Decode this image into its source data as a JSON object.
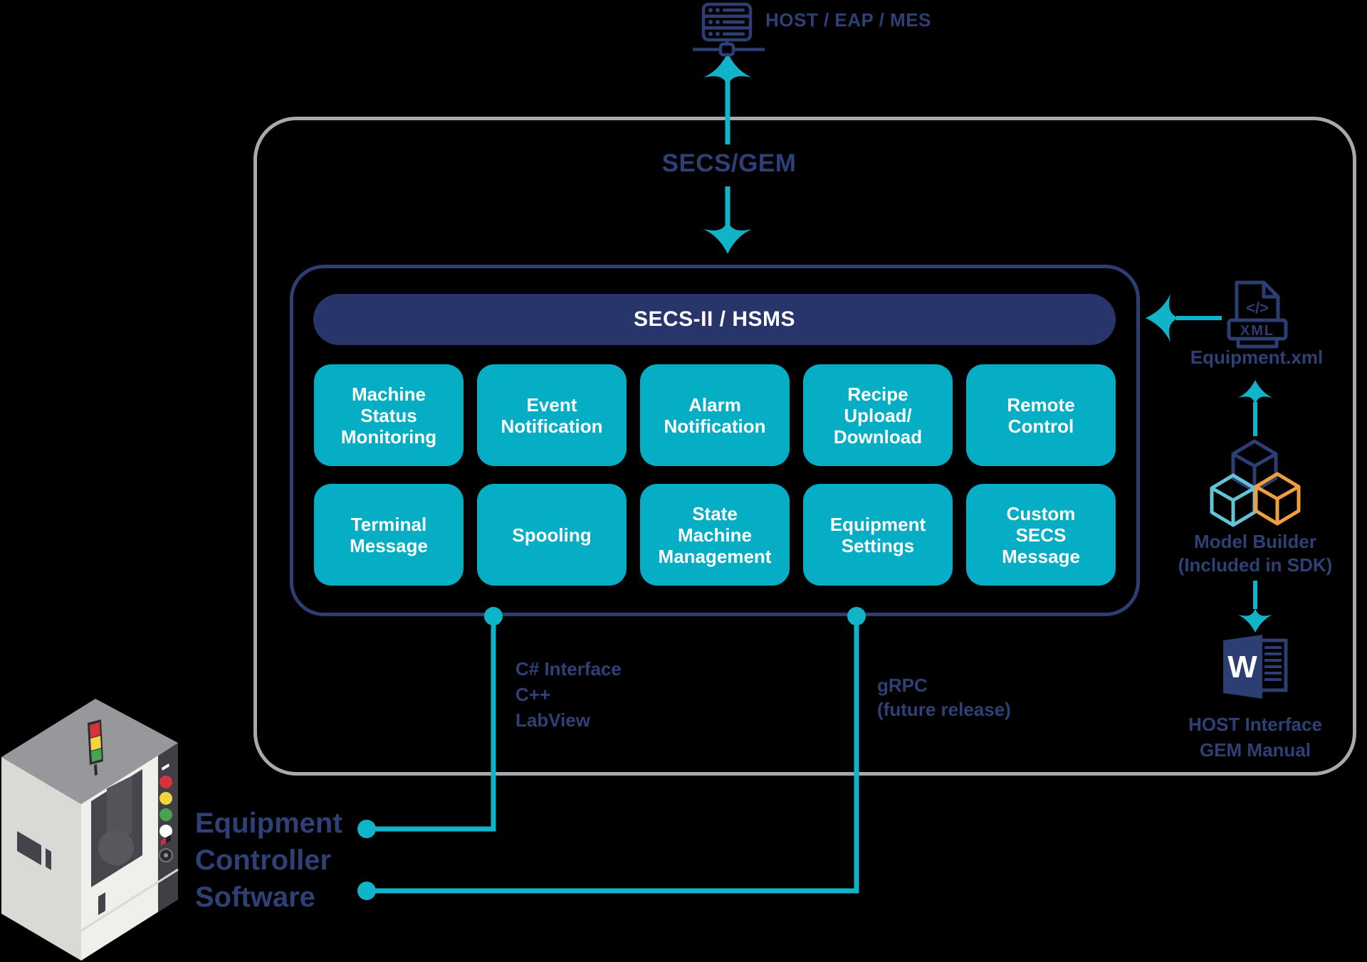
{
  "title": "SECS/GEM architecture diagram",
  "colors": {
    "background": "#000000",
    "navy_text": "#2e4076",
    "navy_fill": "#27356a",
    "teal_box": "#05adc5",
    "teal_line": "#10b4c8",
    "gray_border": "#a7a9ac",
    "cube_light_blue": "#62c3d5",
    "cube_orange": "#f09f3e",
    "signal_red": "#d5323e",
    "signal_yellow": "#f2d43e",
    "signal_green": "#47a351"
  },
  "host": {
    "label": "HOST / EAP / MES",
    "icon": "server-icon"
  },
  "secs_gem": {
    "label": "SECS/GEM"
  },
  "protocol_box": {
    "header": "SECS-II / HSMS",
    "features": [
      {
        "label": "Machine\nStatus\nMonitoring"
      },
      {
        "label": "Event\nNotification"
      },
      {
        "label": "Alarm\nNotification"
      },
      {
        "label": "Recipe\nUpload/\nDownload"
      },
      {
        "label": "Remote\nControl"
      },
      {
        "label": "Terminal\nMessage"
      },
      {
        "label": "Spooling"
      },
      {
        "label": "State\nMachine\nManagement"
      },
      {
        "label": "Equipment\nSettings"
      },
      {
        "label": "Custom\nSECS\nMessage"
      }
    ]
  },
  "right_column": {
    "equipment_xml": {
      "label": "Equipment.xml",
      "icon": "xml-file-icon",
      "badge": "XML",
      "code_glyph": "</>"
    },
    "model_builder": {
      "label": "Model Builder\n(Included in SDK)",
      "icon": "cubes-icon"
    },
    "host_manual": {
      "label": "HOST Interface\nGEM Manual",
      "icon": "word-document-icon",
      "letter": "W"
    }
  },
  "interfaces": {
    "left_label": "C# Interface\nC++\nLabView",
    "right_label": "gRPC\n(future release)"
  },
  "equipment_controller": {
    "label": "Equipment\nController\nSoftware",
    "icon": "equipment-machine-illustration"
  }
}
